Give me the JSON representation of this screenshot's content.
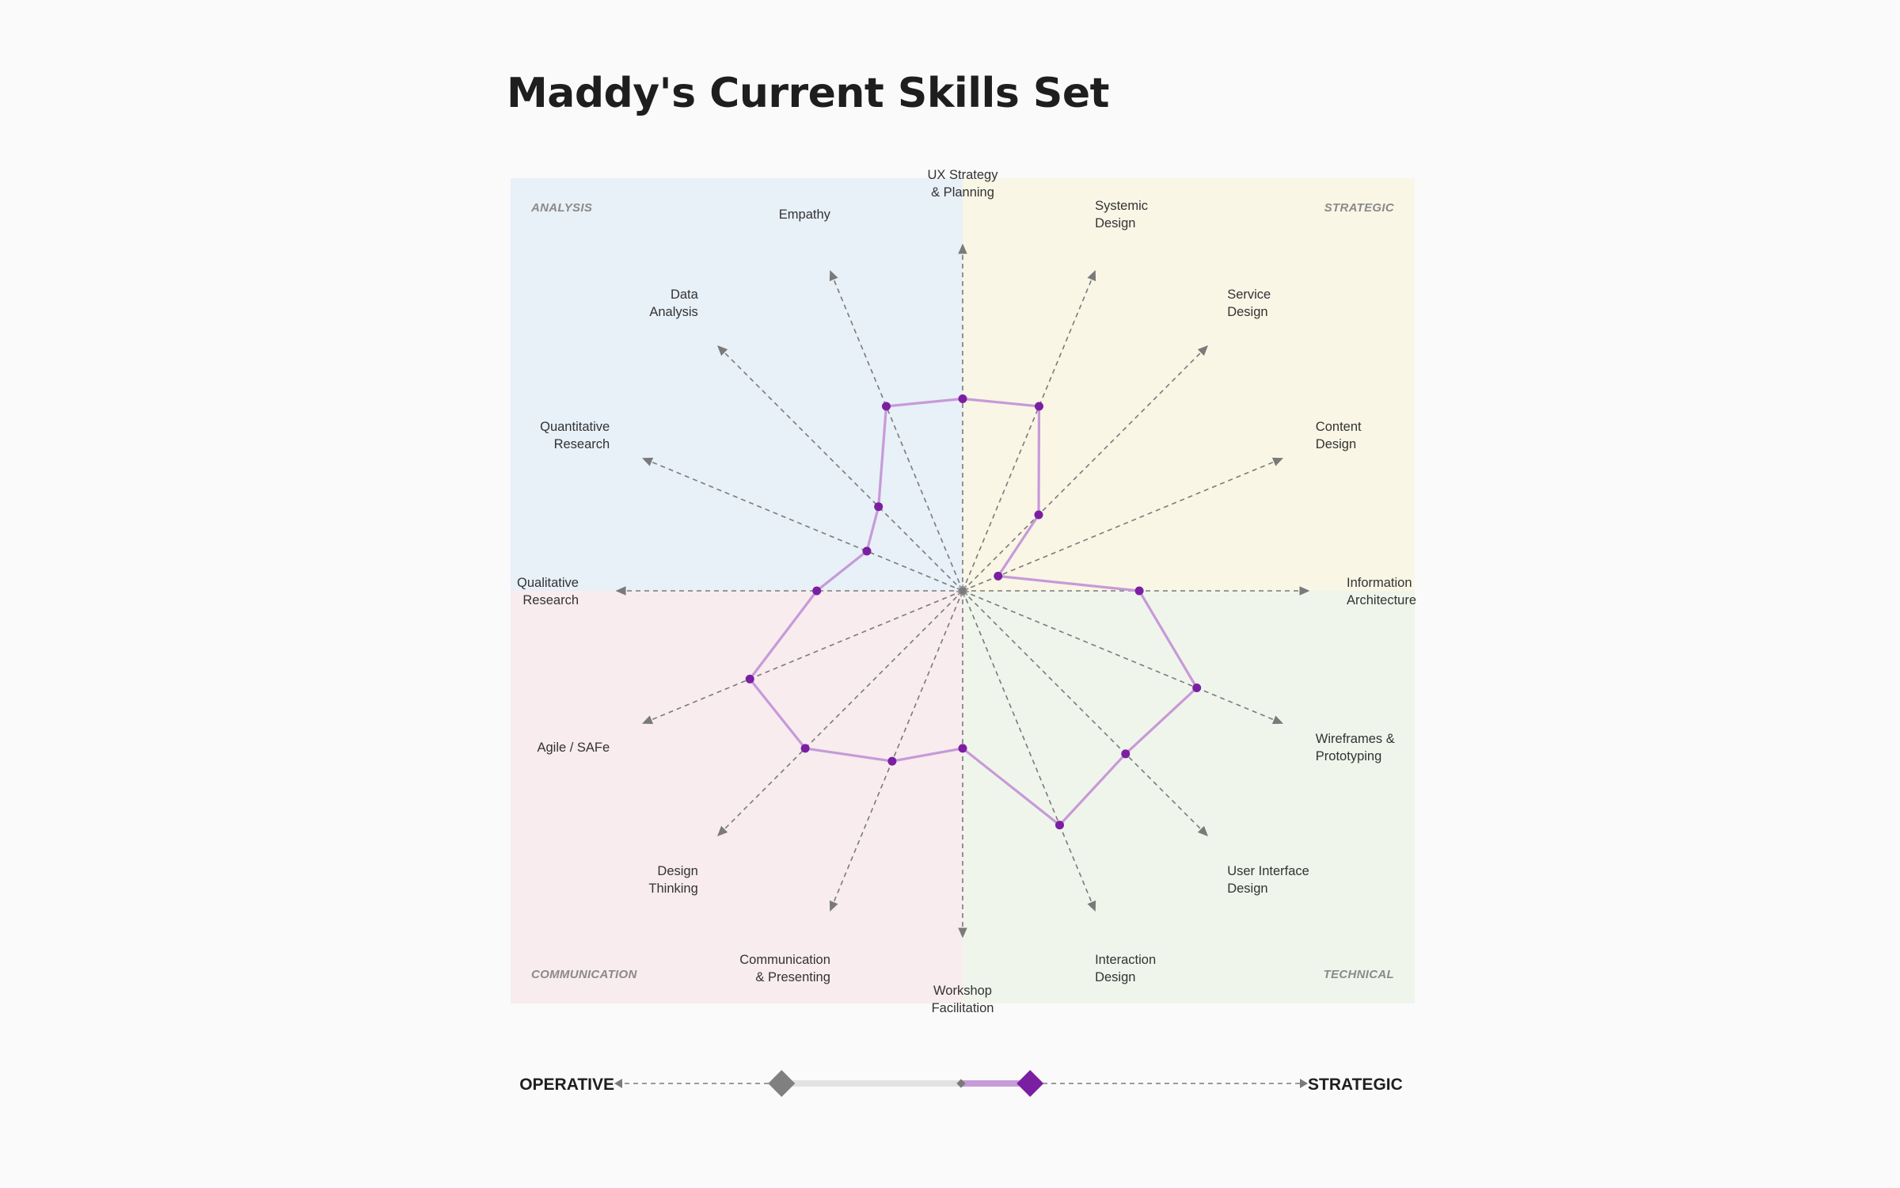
{
  "page": {
    "title": "Maddy's Current Skills Set"
  },
  "colors": {
    "analysis": "#e8f0f8",
    "strategic": "#f9f6e6",
    "communication": "#f8ecee",
    "technical": "#f0f5eb",
    "series_line": "#c79ad8",
    "series_point": "#7b1fa2",
    "axis": "#7a7a7a",
    "operative_marker": "#808080",
    "strategic_marker": "#7b1fa2"
  },
  "chart_data": [
    {
      "type": "radar",
      "title": "",
      "rmax": 10,
      "quadrants": [
        {
          "id": "analysis",
          "label": "ANALYSIS",
          "position": "top-left"
        },
        {
          "id": "strategic",
          "label": "STRATEGIC",
          "position": "top-right"
        },
        {
          "id": "communication",
          "label": "COMMUNICATION",
          "position": "bottom-left"
        },
        {
          "id": "technical",
          "label": "TECHNICAL",
          "position": "bottom-right"
        }
      ],
      "axes": [
        {
          "id": "ux-strategy",
          "lines": [
            "UX Strategy",
            "& Planning"
          ],
          "value": 5.0
        },
        {
          "id": "systemic-design",
          "lines": [
            "Systemic",
            "Design"
          ],
          "value": 5.2
        },
        {
          "id": "service-design",
          "lines": [
            "Service",
            "Design"
          ],
          "value": 2.8
        },
        {
          "id": "content-design",
          "lines": [
            "Content",
            "Design"
          ],
          "value": 1.0
        },
        {
          "id": "information-architecture",
          "lines": [
            "Information",
            "Architecture"
          ],
          "value": 4.6
        },
        {
          "id": "wireframes-prototyping",
          "lines": [
            "Wireframes &",
            "Prototyping"
          ],
          "value": 6.6
        },
        {
          "id": "user-interface-design",
          "lines": [
            "User Interface",
            "Design"
          ],
          "value": 6.0
        },
        {
          "id": "interaction-design",
          "lines": [
            "Interaction",
            "Design"
          ],
          "value": 6.6
        },
        {
          "id": "workshop-facilitation",
          "lines": [
            "Workshop",
            "Facilitation"
          ],
          "value": 4.1
        },
        {
          "id": "communication-presenting",
          "lines": [
            "Communication",
            "& Presenting"
          ],
          "value": 4.8
        },
        {
          "id": "design-thinking",
          "lines": [
            "Design",
            "Thinking"
          ],
          "value": 5.8
        },
        {
          "id": "agile-safe",
          "lines": [
            "Agile / SAFe"
          ],
          "value": 6.0
        },
        {
          "id": "qualitative-research",
          "lines": [
            "Qualitative",
            "Research"
          ],
          "value": 3.8
        },
        {
          "id": "quantitative-research",
          "lines": [
            "Quantitative",
            "Research"
          ],
          "value": 2.7
        },
        {
          "id": "data-analysis",
          "lines": [
            "Data",
            "Analysis"
          ],
          "value": 3.1
        },
        {
          "id": "empathy",
          "lines": [
            "Empathy"
          ],
          "value": 5.2
        }
      ]
    },
    {
      "type": "slider",
      "left_label": "OPERATIVE",
      "right_label": "STRATEGIC",
      "min": -1,
      "max": 1,
      "operative_value": -0.52,
      "strategic_value": 0.2
    }
  ]
}
